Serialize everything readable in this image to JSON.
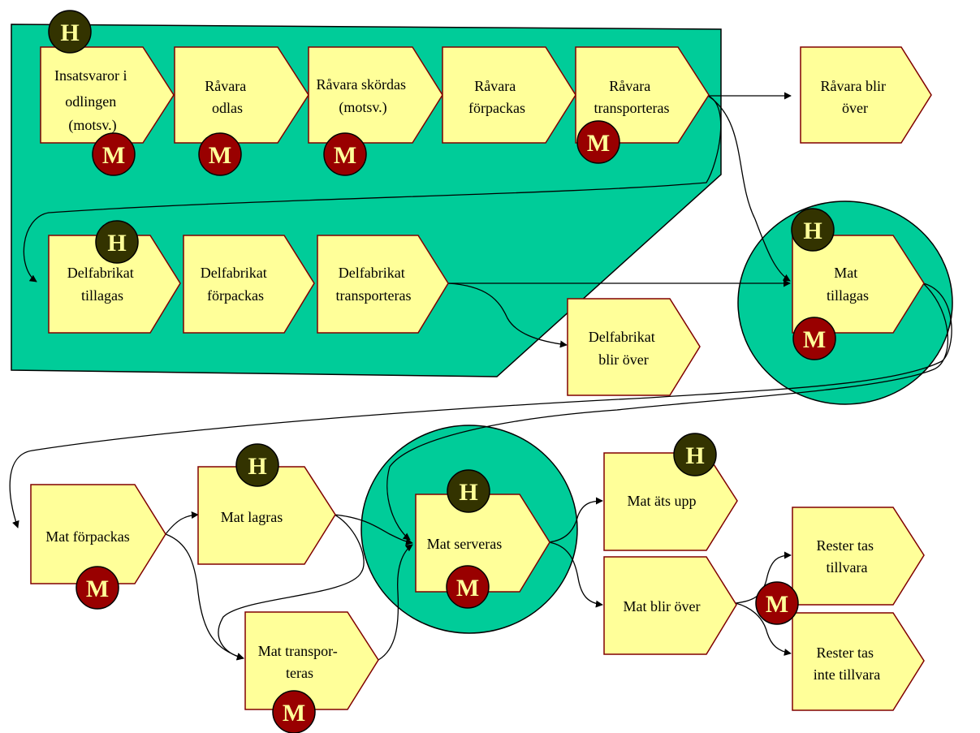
{
  "colors": {
    "region": "#00cc99",
    "box_fill": "#ffff99",
    "box_stroke": "#800000",
    "badge_h": "#333300",
    "badge_m": "#990000",
    "badge_text": "#ffff99"
  },
  "badges": {
    "h_label": "H",
    "m_label": "M"
  },
  "steps": {
    "insatsvaror": {
      "lines": [
        "Insatsvaror i",
        "odlingen",
        "(motsv.)"
      ]
    },
    "ravara_odlas": {
      "lines": [
        "Råvara",
        "odlas"
      ]
    },
    "ravara_skordas": {
      "lines": [
        "Råvara skördas",
        "(motsv.)"
      ]
    },
    "ravara_forpackas": {
      "lines": [
        "Råvara",
        "förpackas"
      ]
    },
    "ravara_transporteras": {
      "lines": [
        "Råvara",
        "transporteras"
      ]
    },
    "ravara_blir_over": {
      "lines": [
        "Råvara blir",
        "över"
      ]
    },
    "delfabrikat_tillagas": {
      "lines": [
        "Delfabrikat",
        "tillagas"
      ]
    },
    "delfabrikat_forpackas": {
      "lines": [
        "Delfabrikat",
        "förpackas"
      ]
    },
    "delfabrikat_transporteras": {
      "lines": [
        "Delfabrikat",
        "transporteras"
      ]
    },
    "delfabrikat_blir_over": {
      "lines": [
        "Delfabrikat",
        "blir över"
      ]
    },
    "mat_tillagas": {
      "lines": [
        "Mat",
        "tillagas"
      ]
    },
    "mat_forpackas": {
      "lines": [
        "Mat förpackas"
      ]
    },
    "mat_lagras": {
      "lines": [
        "Mat lagras"
      ]
    },
    "mat_transporteras": {
      "lines": [
        "Mat transpor-",
        "teras"
      ]
    },
    "mat_serveras": {
      "lines": [
        "Mat serveras"
      ]
    },
    "mat_ats_upp": {
      "lines": [
        "Mat äts upp"
      ]
    },
    "mat_blir_over": {
      "lines": [
        "Mat blir över"
      ]
    },
    "rester_tas_tillvara": {
      "lines": [
        "Rester tas",
        "tillvara"
      ]
    },
    "rester_tas_inte_tillvara": {
      "lines": [
        "Rester tas",
        "inte tillvara"
      ]
    }
  }
}
